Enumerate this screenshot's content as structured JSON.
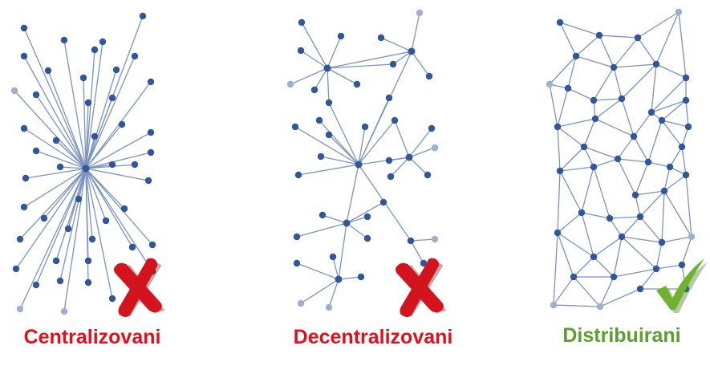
{
  "labels": {
    "centralized": "Centralizovani",
    "decentralized": "Decentralizovani",
    "distributed": "Distribuirani"
  },
  "colors": {
    "centralized_label": "#e0101c",
    "decentralized_label": "#e0101c",
    "distributed_label": "#5c9e2f",
    "node": "#31569a",
    "edge": "#7a93bf",
    "cross_mark": "#d3141e",
    "check_mark": "#6fb22c"
  },
  "icons": {
    "centralized": "cross-mark-icon",
    "decentralized": "cross-mark-icon",
    "distributed": "check-mark-icon"
  }
}
